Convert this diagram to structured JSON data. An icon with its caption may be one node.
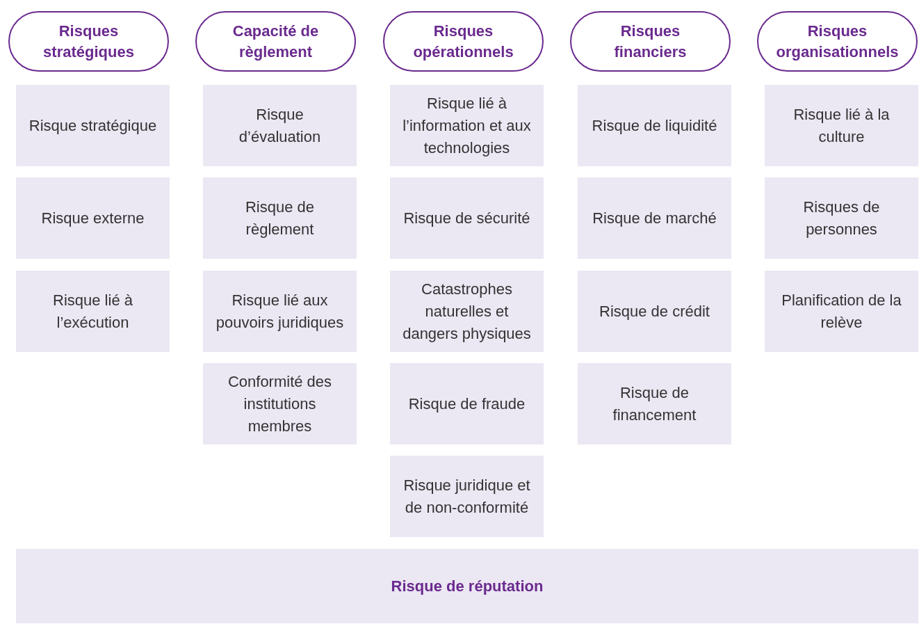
{
  "diagram": {
    "nodes": [
      {
        "text": [
          "Risques stratégiques"
        ]
      },
      {
        "text": [
          "Risque stratégique"
        ]
      },
      {
        "text": [
          "Risque externe"
        ]
      },
      {
        "text": [
          "Risque lié à l’exécution"
        ]
      },
      {
        "text": [
          "Capacité de règlement"
        ]
      },
      {
        "text": [
          "Risque d’évaluation"
        ]
      },
      {
        "text": [
          "Risque de règlement"
        ]
      },
      {
        "text": [
          "Risque lié aux pouvoirs juridiques"
        ]
      },
      {
        "text": [
          "Conformité des institutions membres"
        ]
      },
      {
        "text": [
          "Risques opérationnels"
        ]
      },
      {
        "text": [
          "Risque lié à l’information et aux technologies"
        ]
      },
      {
        "text": [
          "Risque de sécurité"
        ]
      },
      {
        "text": [
          "Catastrophes naturelles et dangers physiques"
        ]
      },
      {
        "text": [
          "Risque de fraude"
        ]
      },
      {
        "text": [
          "Risque juridique et de non-conformité"
        ]
      },
      {
        "text": [
          "Risques financiers"
        ]
      },
      {
        "text": [
          "Risque de liquidité"
        ]
      },
      {
        "text": [
          "Risque de marché"
        ]
      },
      {
        "text": [
          "Risque de crédit"
        ]
      },
      {
        "text": [
          "Risque de financement"
        ]
      },
      {
        "text": [
          "Risques organisationnels"
        ]
      },
      {
        "text": [
          "Risque lié à la culture"
        ]
      },
      {
        "text": [
          "Risques de personnes"
        ]
      },
      {
        "text": [
          "Planification de la relève"
        ]
      },
      {
        "text": [
          "Risque de réputation"
        ]
      }
    ]
  }
}
